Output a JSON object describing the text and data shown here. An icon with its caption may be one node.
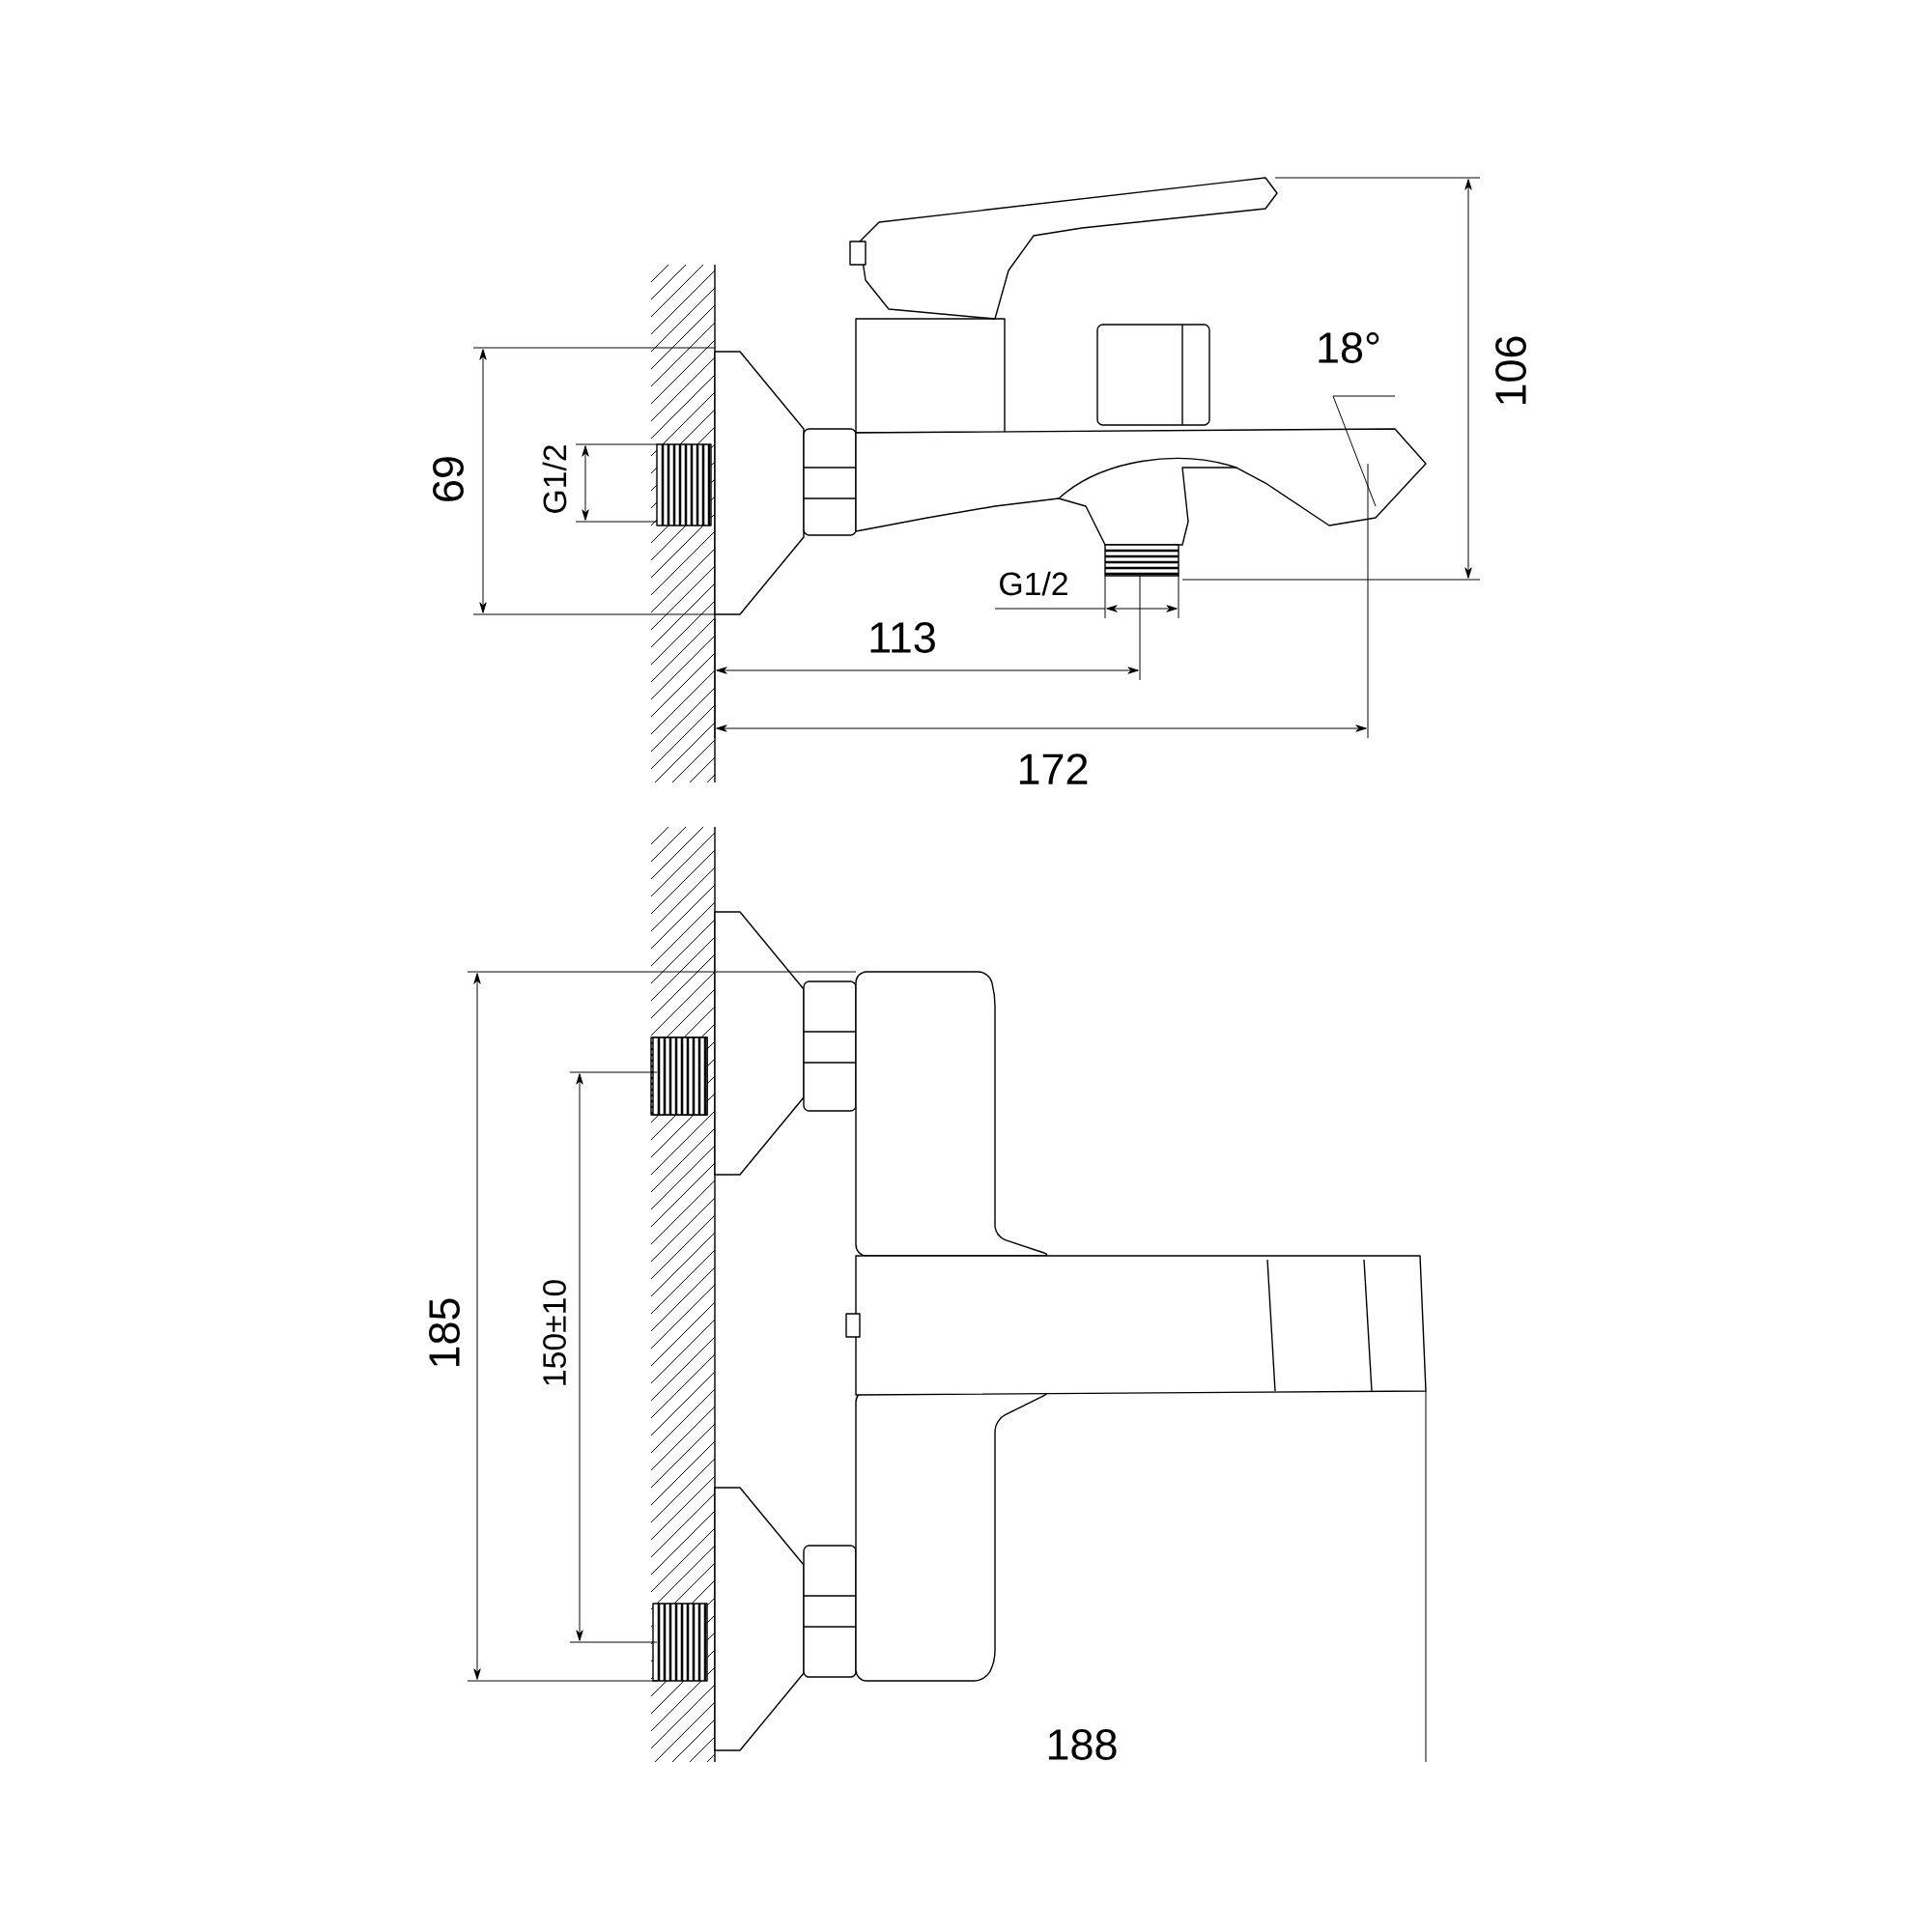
{
  "diagram": {
    "labels": [
      "18°",
      "106",
      "69",
      "G1/2",
      "G1/2",
      "113",
      "172",
      "185",
      "150±10",
      "188"
    ]
  }
}
